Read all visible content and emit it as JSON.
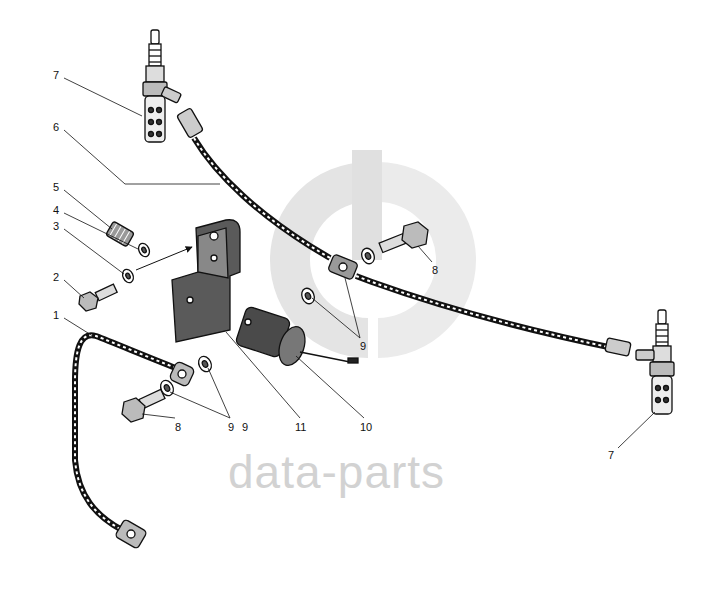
{
  "diagram": {
    "labels": [
      "7",
      "6",
      "5",
      "4",
      "3",
      "2",
      "1",
      "8",
      "9",
      "8",
      "9",
      "11",
      "10",
      "9",
      "7",
      "data-parts"
    ]
  }
}
